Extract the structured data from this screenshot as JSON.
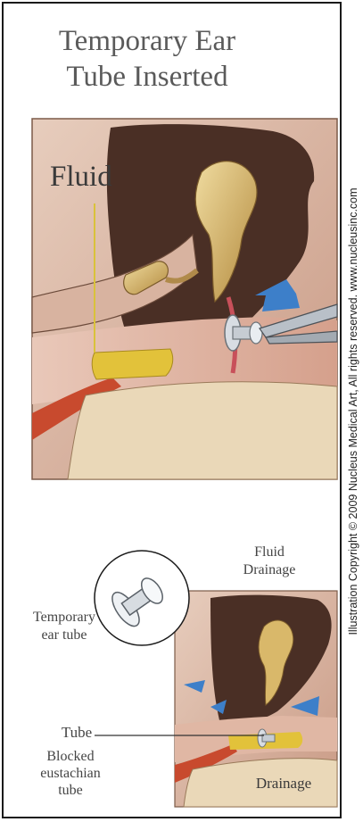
{
  "title": {
    "line1": "Temporary Ear",
    "line2": "Tube Inserted"
  },
  "top_panel": {
    "fluid_label": "Fluid"
  },
  "bottom_panel": {
    "fluid_drainage_line1": "Fluid",
    "fluid_drainage_line2": "Drainage",
    "temporary_tube_line1": "Temporary",
    "temporary_tube_line2": "ear tube",
    "tube_label": "Tube",
    "blocked_line1": "Blocked",
    "blocked_line2": "eustachian",
    "blocked_line3": "tube",
    "drainage_label": "Drainage"
  },
  "credit": "Illustration Copyright © 2009 Nucleus Medical Art, All rights reserved. www.nucleusinc.com",
  "colors": {
    "bone": "#d9b86a",
    "tissue": "#c98a6e",
    "cavity": "#4a2f25",
    "fluid": "#e2c23a",
    "drainage_arrow": "#3d7fc9",
    "frame": "#1a1a1a"
  }
}
